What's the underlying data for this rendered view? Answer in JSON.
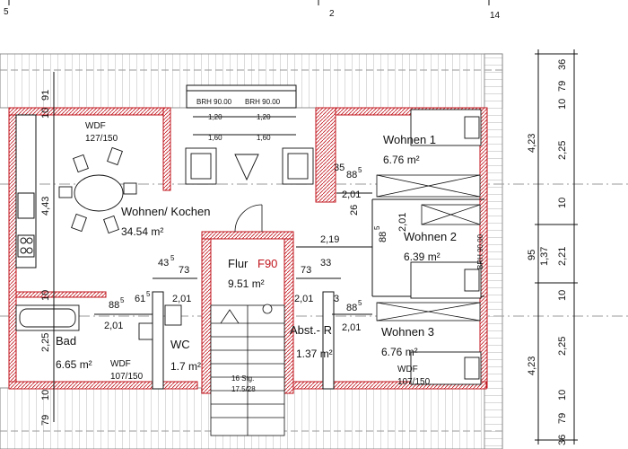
{
  "plan": {
    "rooms": {
      "wohnkochen": {
        "name": "Wohnen/ Kochen",
        "area": "34.54 m²"
      },
      "wohnen1": {
        "name": "Wohnen 1",
        "area": "6.76 m²"
      },
      "wohnen2": {
        "name": "Wohnen 2",
        "area": "6.39 m²"
      },
      "wohnen3": {
        "name": "Wohnen 3",
        "area": "6.76 m²"
      },
      "flur": {
        "name": "Flur",
        "fire_rating": "F90",
        "area": "9.51 m²"
      },
      "bad": {
        "name": "Bad",
        "area": "6.65 m²"
      },
      "wc": {
        "name": "WC",
        "area": "1.7 m²"
      },
      "abst": {
        "name": "Abst.- R",
        "area": "1.37 m²"
      }
    },
    "windows": {
      "wdf_kitchen": {
        "label": "WDF",
        "size": "127/150"
      },
      "wdf_bad": {
        "label": "WDF",
        "size": "107/150"
      },
      "wdf_w3": {
        "label": "WDF",
        "size": "107/150"
      },
      "dormer_brh_left": "BRH 90.00",
      "dormer_brh_right": "BRH 90.00",
      "dormer_w1": "1,20",
      "dormer_w2": "1,20",
      "dormer_h1": "1,60",
      "dormer_h2": "1,60",
      "side_brh": "BRH 90.00"
    },
    "stairs": {
      "line1": "16 Stg.",
      "line2": "17.5/28"
    },
    "top_axis": {
      "a": "5",
      "b": "2",
      "c": "14"
    },
    "left_dims": [
      "91",
      "10",
      "4,43",
      "10",
      "2,25",
      "10",
      "79"
    ],
    "right_inner": [
      "36",
      "79",
      "10",
      "2,25",
      "10",
      "2,21",
      "1,37",
      "10",
      "2,25",
      "10",
      "79",
      "36"
    ],
    "right_outer": [
      "4,23",
      "95",
      "4,23"
    ],
    "interior_dims": {
      "d435": "43",
      "d435_sup": "5",
      "d73a": "73",
      "d73b": "73",
      "d33": "33",
      "d219": "2,19",
      "d201a": "2,01",
      "d201b": "2,01",
      "d201c": "2,01",
      "d201d": "2,01",
      "d201e": "2,01",
      "d885a": "88",
      "d885a_sup": "5",
      "d885b": "88",
      "d885b_sup": "5",
      "d885c": "88",
      "d885c_sup": "5",
      "d885d": "88",
      "d885d_sup": "5",
      "d26": "26",
      "d261": "2,01",
      "d615": "61",
      "d615_sup": "5",
      "d35": "35",
      "d3": "3"
    }
  }
}
